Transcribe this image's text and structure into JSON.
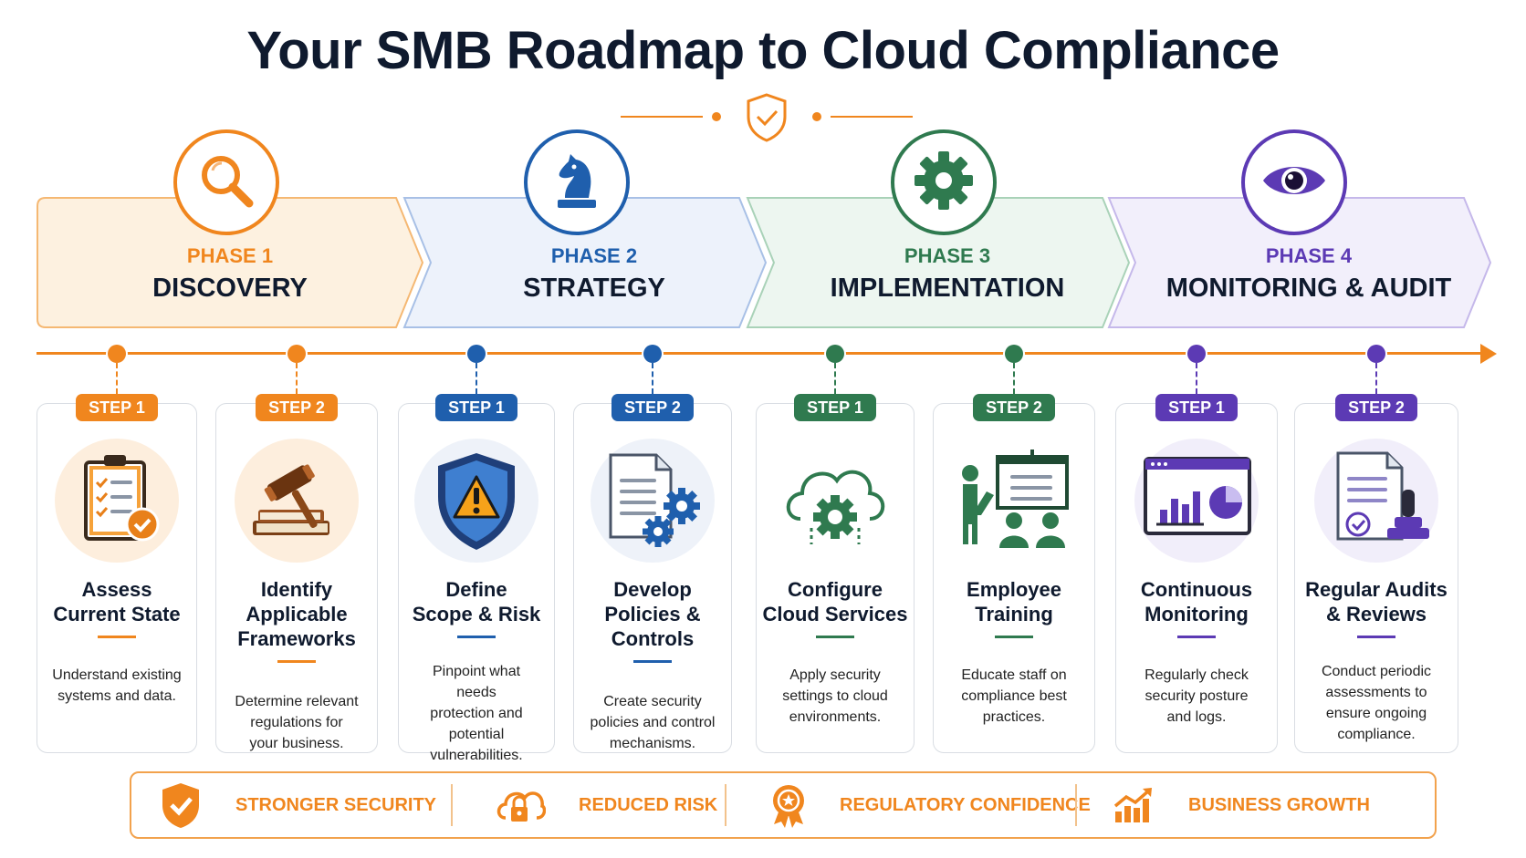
{
  "title": "Your SMB Roadmap to Cloud Compliance",
  "colors": {
    "orange": "#f0861e",
    "blue": "#1f5fad",
    "green": "#2f7a4f",
    "purple": "#5c3ab4",
    "navy": "#0f1a2e"
  },
  "phases": [
    {
      "number": "PHASE 1",
      "name": "DISCOVERY",
      "icon": "magnifier-icon",
      "color": "#f0861e",
      "fill": "#fdf1e0",
      "stroke": "#f5b873",
      "steps": [
        {
          "badge": "STEP 1",
          "title": "Assess\nCurrent State",
          "desc": "Understand existing\nsystems and data.",
          "icon": "checklist-icon"
        },
        {
          "badge": "STEP 2",
          "title": "Identify\nApplicable\nFrameworks",
          "desc": "Determine relevant\nregulations for\nyour business.",
          "icon": "gavel-books-icon"
        }
      ]
    },
    {
      "number": "PHASE 2",
      "name": "STRATEGY",
      "icon": "chess-knight-icon",
      "color": "#1f5fad",
      "fill": "#edf2fb",
      "stroke": "#a8c0e6",
      "steps": [
        {
          "badge": "STEP 1",
          "title": "Define\nScope & Risk",
          "desc": "Pinpoint what needs\nprotection and\npotential\nvulnerabilities.",
          "icon": "warning-shield-icon"
        },
        {
          "badge": "STEP 2",
          "title": "Develop\nPolicies &\nControls",
          "desc": "Create security\npolicies and control\nmechanisms.",
          "icon": "document-gears-icon"
        }
      ]
    },
    {
      "number": "PHASE 3",
      "name": "IMPLEMENTATION",
      "icon": "gear-icon",
      "color": "#2f7a4f",
      "fill": "#edf6f0",
      "stroke": "#a9d2b8",
      "steps": [
        {
          "badge": "STEP 1",
          "title": "Configure\nCloud Services",
          "desc": "Apply security\nsettings to cloud\nenvironments.",
          "icon": "cloud-gear-icon"
        },
        {
          "badge": "STEP 2",
          "title": "Employee\nTraining",
          "desc": "Educate staff on\ncompliance best\npractices.",
          "icon": "presentation-icon"
        }
      ]
    },
    {
      "number": "PHASE 4",
      "name": "MONITORING & AUDIT",
      "icon": "eye-icon",
      "color": "#5c3ab4",
      "fill": "#f2effb",
      "stroke": "#c5b8ea",
      "steps": [
        {
          "badge": "STEP 1",
          "title": "Continuous\nMonitoring",
          "desc": "Regularly check\nsecurity posture\nand logs.",
          "icon": "dashboard-icon"
        },
        {
          "badge": "STEP 2",
          "title": "Regular Audits\n& Reviews",
          "desc": "Conduct periodic\nassessments to\nensure ongoing\ncompliance.",
          "icon": "document-stamp-icon"
        }
      ]
    }
  ],
  "benefits": [
    {
      "label": "STRONGER SECURITY",
      "icon": "shield-check-icon"
    },
    {
      "label": "REDUCED RISK",
      "icon": "cloud-lock-icon"
    },
    {
      "label": "REGULATORY CONFIDENCE",
      "icon": "award-icon"
    },
    {
      "label": "BUSINESS GROWTH",
      "icon": "growth-chart-icon"
    }
  ]
}
